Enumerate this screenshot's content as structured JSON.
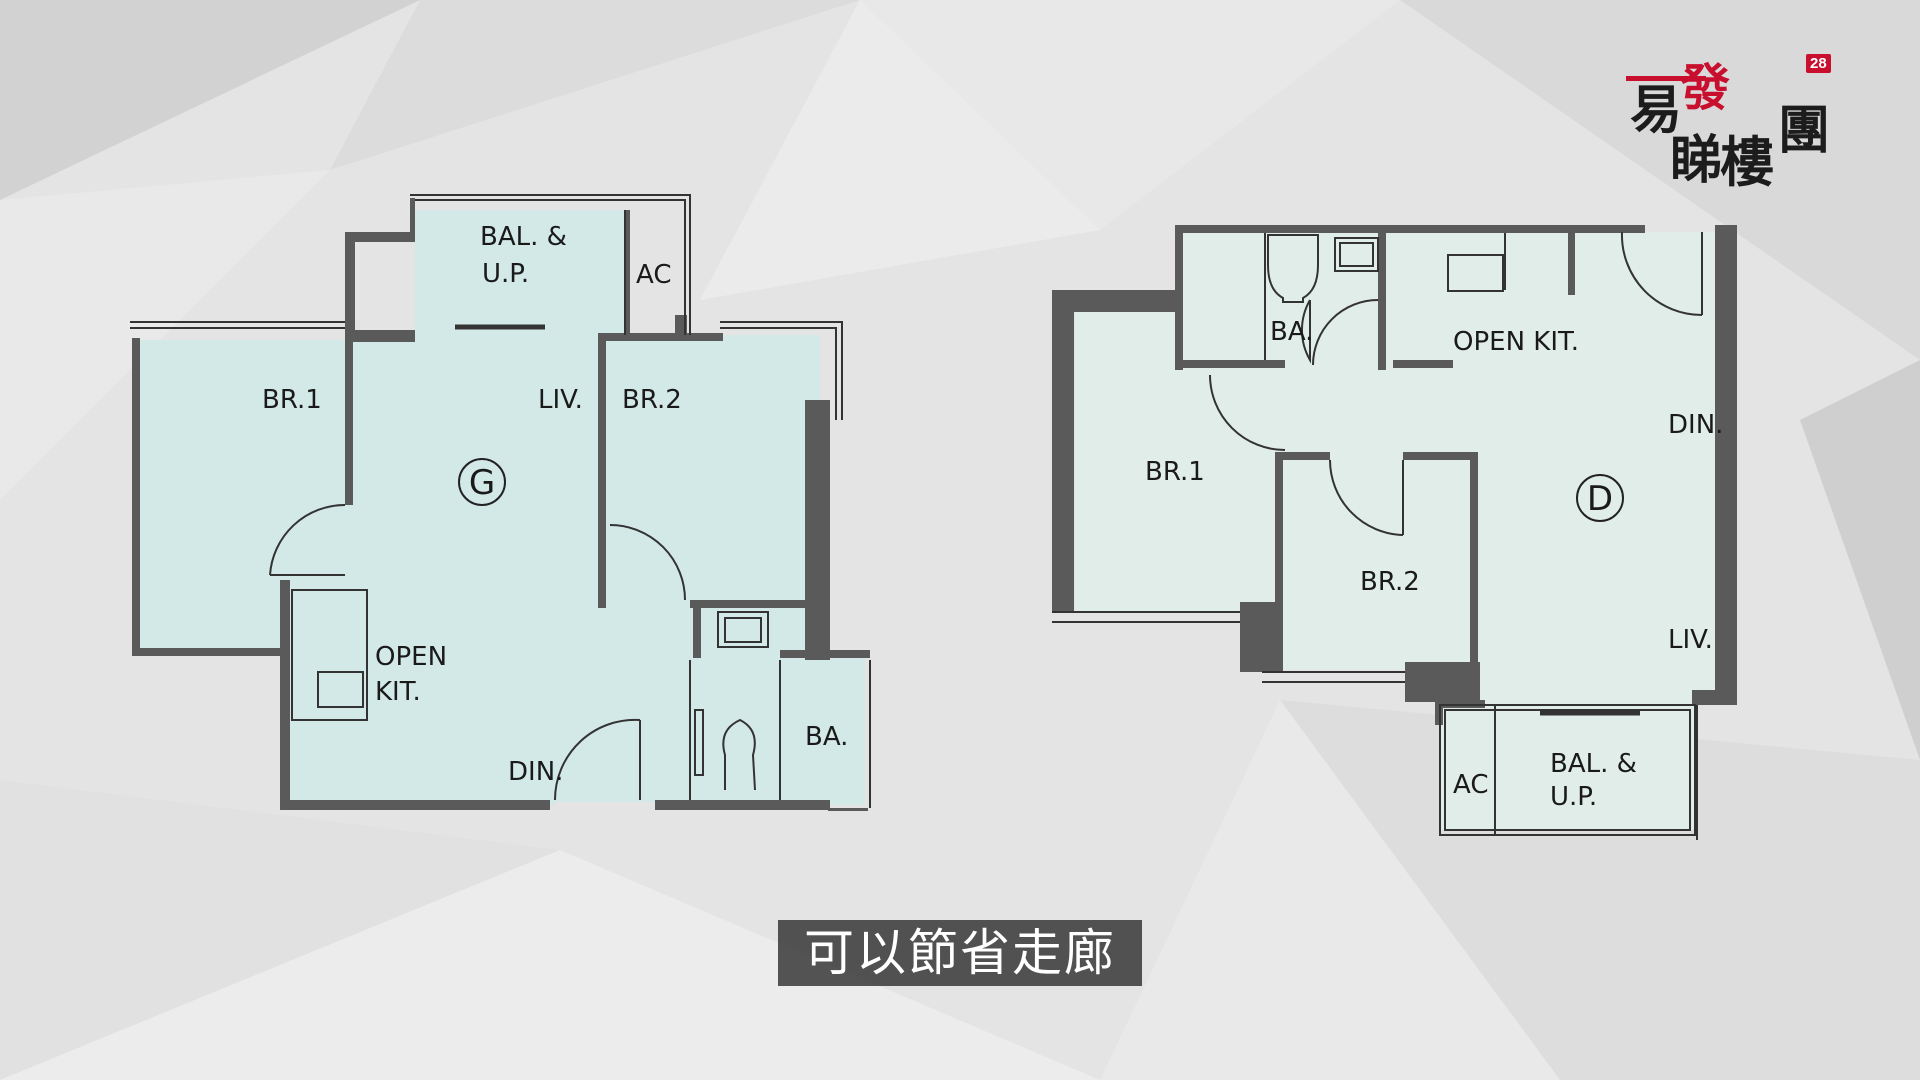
{
  "logo": {
    "chars": [
      "易",
      "發",
      "睇",
      "樓",
      "團"
    ],
    "badge": "28",
    "accent": "#c8102e"
  },
  "subtitle": "可以節省走廊",
  "unit_g": {
    "letter": "G",
    "rooms": {
      "bal": "BAL. &",
      "up": "U.P.",
      "ac": "AC",
      "br1": "BR.1",
      "liv": "LIV.",
      "br2": "BR.2",
      "open": "OPEN",
      "kit": "KIT.",
      "ba": "BA.",
      "din": "DIN."
    },
    "fill": "#d3e9e8"
  },
  "unit_d": {
    "letter": "D",
    "rooms": {
      "ba": "BA.",
      "open_kit": "OPEN  KIT.",
      "din": "DIN.",
      "br1": "BR.1",
      "br2": "BR.2",
      "liv": "LIV.",
      "ac": "AC",
      "bal": "BAL.  &",
      "up": "U.P."
    },
    "fill": "#e1ede8"
  },
  "colors": {
    "wall": "#5a5a5a",
    "line": "#333333"
  }
}
